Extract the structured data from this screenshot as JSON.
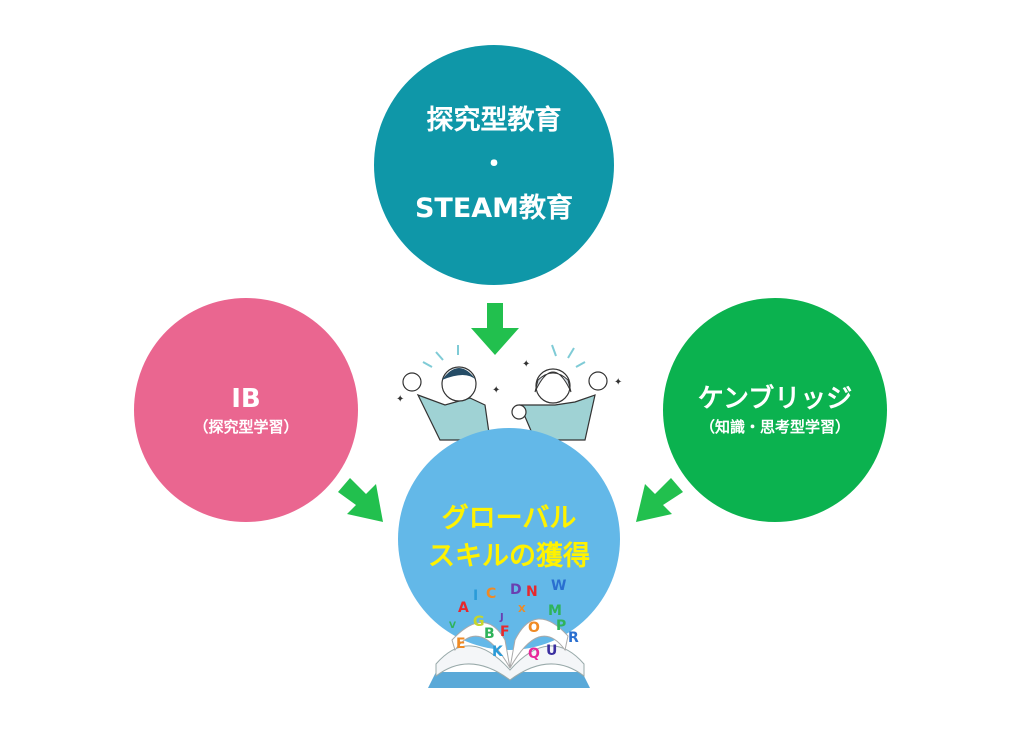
{
  "nodes": {
    "top": {
      "line1": "探究型教育",
      "line2": "・",
      "line3": "STEAM教育",
      "color": "#0f97a8"
    },
    "left": {
      "title": "IB",
      "subtitle": "（探究型学習）",
      "color": "#ea6690"
    },
    "right": {
      "title": "ケンブリッジ",
      "subtitle": "（知識・思考型学習）",
      "color": "#0bb24f"
    },
    "center": {
      "line1": "グローバル",
      "line2": "スキルの獲得",
      "color": "#63b8e8",
      "text_color": "#fff200"
    }
  },
  "arrows": {
    "color": "#22c04e"
  },
  "illustrations": [
    "cheering-students",
    "open-book-with-letters"
  ]
}
